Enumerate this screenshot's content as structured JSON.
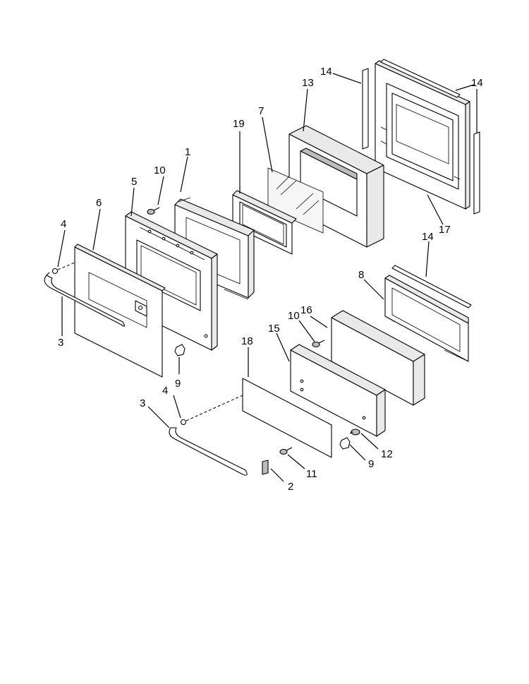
{
  "diagram": {
    "callouts": [
      {
        "id": "c1",
        "text": "1"
      },
      {
        "id": "c2",
        "text": "2"
      },
      {
        "id": "c3a",
        "text": "3"
      },
      {
        "id": "c3b",
        "text": "3"
      },
      {
        "id": "c4a",
        "text": "4"
      },
      {
        "id": "c4b",
        "text": "4"
      },
      {
        "id": "c5",
        "text": "5"
      },
      {
        "id": "c6",
        "text": "6"
      },
      {
        "id": "c7",
        "text": "7"
      },
      {
        "id": "c8",
        "text": "8"
      },
      {
        "id": "c9a",
        "text": "9"
      },
      {
        "id": "c9b",
        "text": "9"
      },
      {
        "id": "c10a",
        "text": "10"
      },
      {
        "id": "c10b",
        "text": "10"
      },
      {
        "id": "c11",
        "text": "11"
      },
      {
        "id": "c12",
        "text": "12"
      },
      {
        "id": "c13",
        "text": "13"
      },
      {
        "id": "c14a",
        "text": "14"
      },
      {
        "id": "c14b",
        "text": "14"
      },
      {
        "id": "c14c",
        "text": "14"
      },
      {
        "id": "c15",
        "text": "15"
      },
      {
        "id": "c16",
        "text": "16"
      },
      {
        "id": "c17",
        "text": "17"
      },
      {
        "id": "c18",
        "text": "18"
      },
      {
        "id": "c19",
        "text": "19"
      }
    ]
  }
}
